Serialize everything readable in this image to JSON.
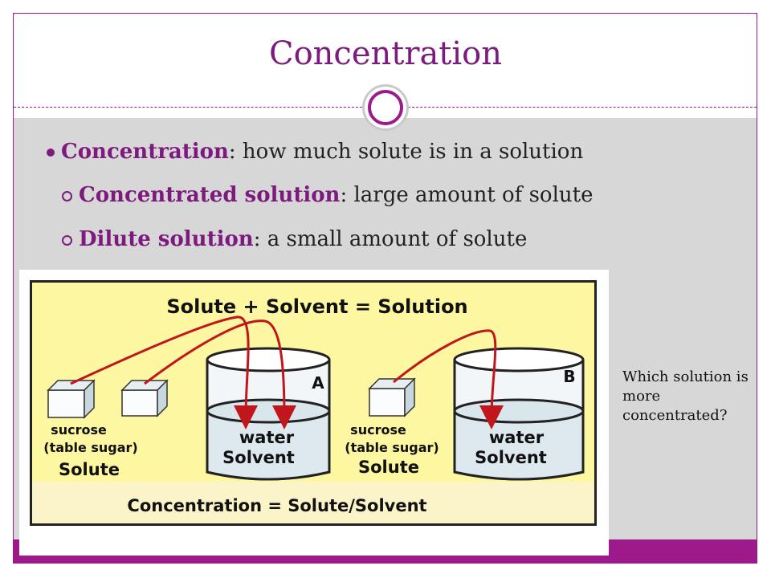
{
  "slide": {
    "title": "Concentration",
    "bullets": [
      {
        "term": "Concentration",
        "rest": ": how much solute is in a solution"
      },
      {
        "term": "Concentrated solution",
        "rest": ": large amount of solute"
      },
      {
        "term": "Dilute solution",
        "rest": ": a small amount of solute"
      }
    ],
    "side_question": "Which solution is more concentrated?"
  },
  "diagram": {
    "heading": "Solute + Solvent = Solution",
    "footer": "Concentration = Solute/Solvent",
    "beaker_a_label": "A",
    "beaker_b_label": "B",
    "water_label": "water",
    "solvent_label": "Solvent",
    "sucrose_label": "sucrose",
    "table_sugar_label": "(table sugar)",
    "solute_label": "Solute"
  },
  "colors": {
    "accent": "#7c1a7d",
    "bar": "#9c1a8a",
    "diagram_bg": "#fcf7a0",
    "arrow": "#c0161c"
  }
}
